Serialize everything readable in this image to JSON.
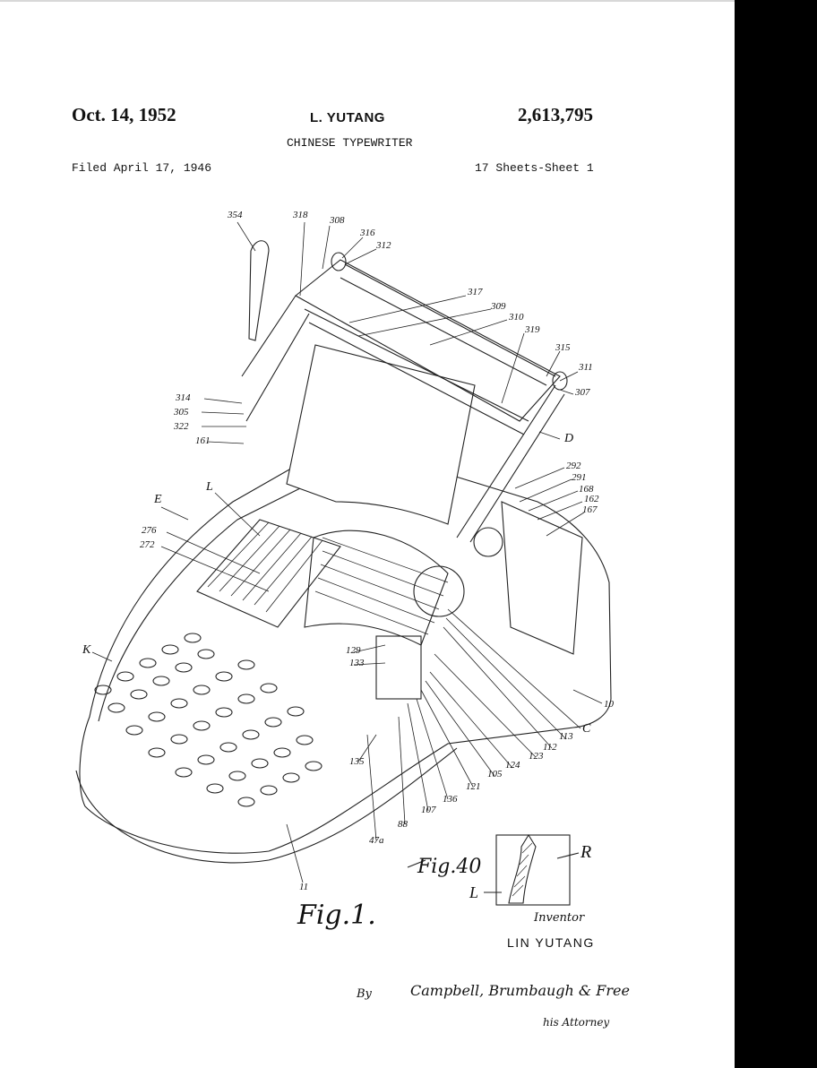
{
  "header": {
    "date": "Oct. 14, 1952",
    "inventor_short": "L. YUTANG",
    "patent_number": "2,613,795",
    "title": "CHINESE TYPEWRITER",
    "filed": "Filed April 17, 1946",
    "sheets": "17 Sheets-Sheet 1"
  },
  "figures": {
    "fig1": "Fig.1.",
    "fig40": "Fig.40",
    "fig40_labels": {
      "R": "R",
      "L": "L"
    }
  },
  "labels": {
    "l354": "354",
    "l318": "318",
    "l308": "308",
    "l316": "316",
    "l312": "312",
    "l317": "317",
    "l309": "309",
    "l310": "310",
    "l319": "319",
    "l315": "315",
    "l311": "311",
    "l307": "307",
    "l314": "314",
    "l305": "305",
    "l322": "322",
    "l161": "161",
    "lD": "D",
    "lL": "L",
    "lE": "E",
    "l292": "292",
    "l291": "291",
    "l168": "168",
    "l162": "162",
    "l167": "167",
    "l276": "276",
    "l272": "272",
    "lK": "K",
    "l129": "129",
    "l133": "133",
    "l10": "10",
    "lC": "C",
    "l113": "113",
    "l112": "112",
    "l123": "123",
    "l124": "124",
    "l105": "105",
    "l121": "121",
    "l136": "136",
    "l107": "107",
    "l135": "135",
    "l88": "88",
    "l47a": "47a",
    "l11": "11"
  },
  "inventor_block": {
    "label": "Inventor",
    "name": "LIN YUTANG"
  },
  "attorney_block": {
    "by": "By",
    "signature": "Campbell, Brumbaugh & Free",
    "role": "his Attorney"
  }
}
